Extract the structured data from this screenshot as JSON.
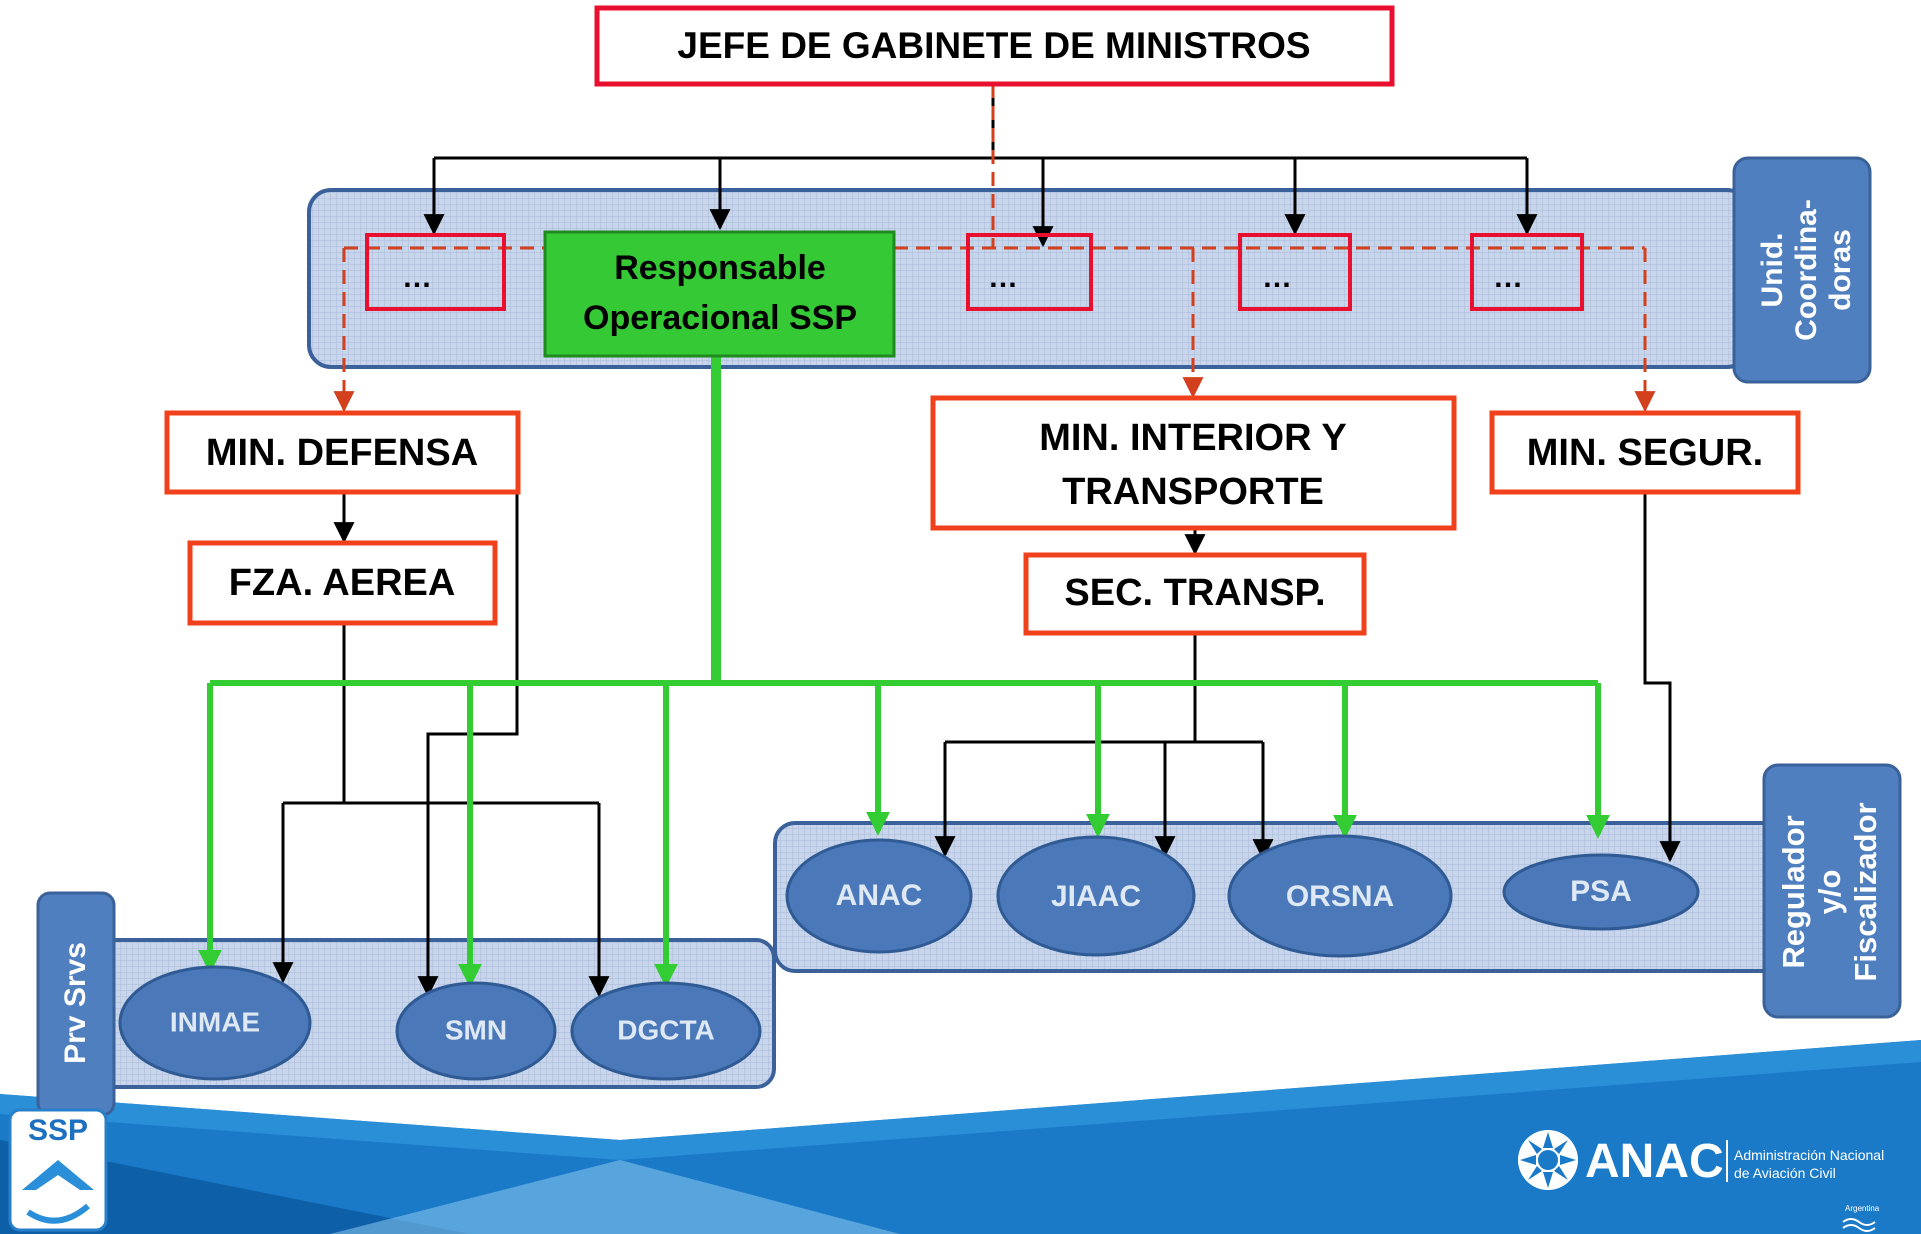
{
  "colors": {
    "red_border": "#e8102e",
    "orange_border": "#f0401c",
    "green_fill": "#33cc33",
    "green_line": "#33cc33",
    "blue_panel": "#c9d6ea",
    "blue_panel_border": "#3a6199",
    "ellipse_fill": "#4a78b8",
    "tab_fill": "#4f7fbf",
    "banner_blue": "#1777c4",
    "banner_light": "#6bb6e8"
  },
  "top": {
    "jefe": "JEFE DE GABINETE DE MINISTROS"
  },
  "coord": {
    "placeholder": "…",
    "responsable_line1": "Responsable",
    "responsable_line2": "Operacional SSP",
    "tab_line1": "Unid.",
    "tab_line2": "Coordina-",
    "tab_line3": "doras"
  },
  "ministries": {
    "defensa": "MIN. DEFENSA",
    "fza_aerea": "FZA. AEREA",
    "interior_line1": "MIN. INTERIOR Y",
    "interior_line2": "TRANSPORTE",
    "sec_transp": "SEC. TRANSP.",
    "seguridad": "MIN. SEGUR."
  },
  "regulators": {
    "anac": "ANAC",
    "jiaac": "JIAAC",
    "orsna": "ORSNA",
    "psa": "PSA",
    "tab_line1": "Regulador",
    "tab_line2": "y/o",
    "tab_line3": "Fiscalizador"
  },
  "providers": {
    "inmae": "INMAE",
    "smn": "SMN",
    "dgcta": "DGCTA",
    "tab": "Prv Srvs"
  },
  "footer": {
    "ssp_logo": "SSP",
    "anac_logo": "ANAC",
    "anac_sub1": "Administración Nacional",
    "anac_sub2": "de Aviación Civil",
    "argentina": "Argentina"
  }
}
